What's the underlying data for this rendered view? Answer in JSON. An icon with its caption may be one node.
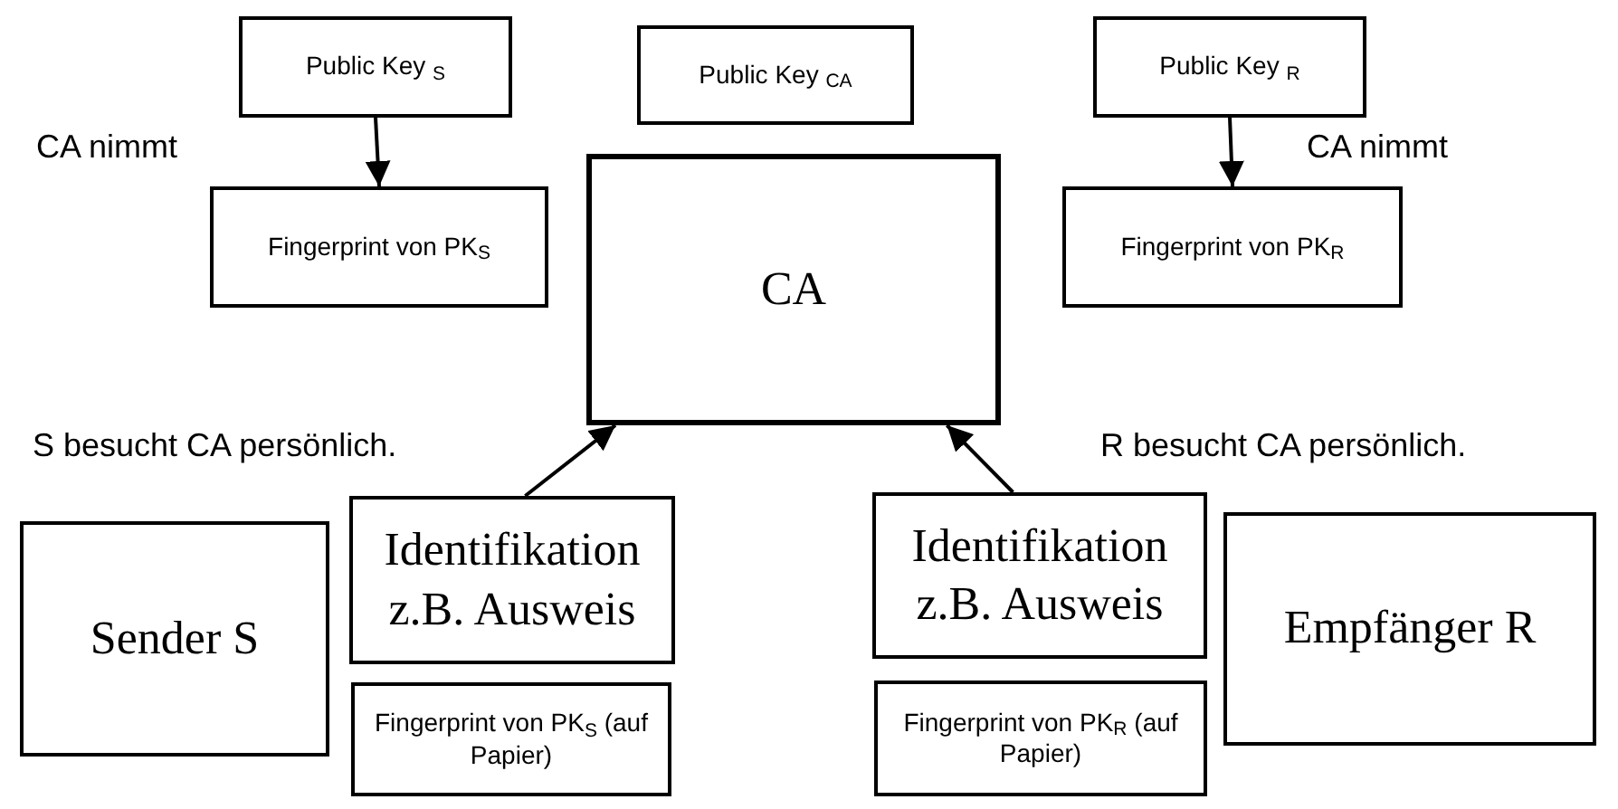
{
  "diagram": {
    "nodes": [
      {
        "text": [
          "Public Key $_{S}$"
        ]
      },
      {
        "text": [
          "Public Key $_{CA}$"
        ]
      },
      {
        "text": [
          "Public Key $_{R}$"
        ]
      },
      {
        "text": [
          "Fingerprint von PK$_{S}$"
        ]
      },
      {
        "text": [
          "CA"
        ]
      },
      {
        "text": [
          "Fingerprint von PK$_{R}$"
        ]
      },
      {
        "text": [
          "Sender S"
        ]
      },
      {
        "text": [
          "Identifikation z.B. Ausweis"
        ]
      },
      {
        "text": [
          "Fingerprint von PK$_{S}$ (auf Papier)"
        ]
      },
      {
        "text": [
          "Identifikation z.B. Ausweis"
        ]
      },
      {
        "text": [
          "Empfänger R"
        ]
      },
      {
        "text": [
          "Fingerprint von PK$_{R}$ (auf Papier)"
        ]
      }
    ],
    "edges": [
      {
        "from": 0,
        "to": 3,
        "arrow": "to"
      },
      {
        "from": 2,
        "to": 5,
        "arrow": "to"
      },
      {
        "from": 7,
        "to": 4,
        "arrow": "to"
      },
      {
        "from": 9,
        "to": 4,
        "arrow": "to"
      }
    ],
    "labels": [
      "CA nimmt",
      "CA nimmt",
      "S besucht CA persönlich.",
      "R besucht CA persönlich."
    ]
  }
}
